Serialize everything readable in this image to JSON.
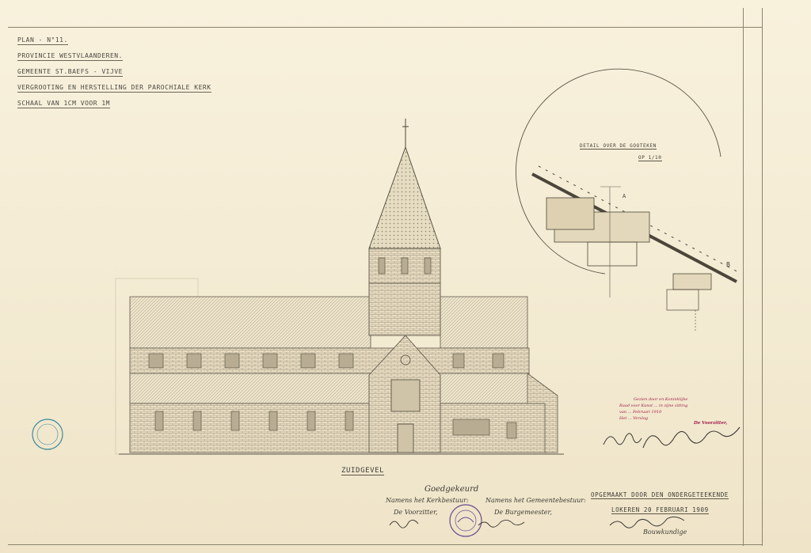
{
  "header": {
    "plan_no": "PLAN - N°11.",
    "province": "PROVINCIE WESTVLAANDEREN.",
    "municipality": "GEMEENTE ST.BAEFS - VIJVE",
    "project": "VERGROOTING EN HERSTELLING DER PAROCHIALE KERK",
    "scale": "SCHAAL VAN 1CM VOOR 1M"
  },
  "detail": {
    "title": "DETAIL OVER DE GOOTEKEN",
    "scale": "OP 1/10",
    "label_a": "A",
    "label_b": "B"
  },
  "drawing": {
    "elevation_title": "ZUIDGEVEL"
  },
  "approval": {
    "heading": "Goedgekeurd",
    "council_label": "Namens het Kerkbestuur:",
    "council_role": "De Voorzitter,",
    "municipal_label": "Namens het Gemeentebestuur:",
    "municipal_role": "De Burgemeester,"
  },
  "made_by": {
    "line1": "OPGEMAAKT DOOR DEN ONDERGETEEKENDE",
    "line2": "LOKEREN 20 FEBRUARI 1909",
    "signature": "Bouwkundige"
  },
  "royal_stamp": {
    "line1": "Gezien door en Koninklijke",
    "line2": "Raad voor Kunst ... in zijne zitting",
    "line3": "van ... Februari 1910",
    "line4": "Het ... Verslag",
    "line5": "De Voorzitter,"
  },
  "colors": {
    "paper": "#f6efd9",
    "ink": "#3f3d38",
    "stamp_red": "#a01b48",
    "stamp_blue": "#3b8a9b",
    "stamp_purple": "#6a4b8e"
  }
}
